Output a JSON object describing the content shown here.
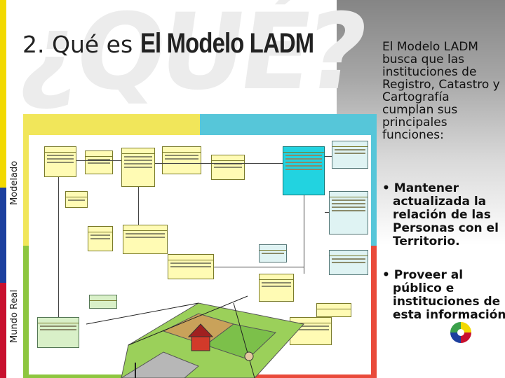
{
  "slide": {
    "watermark": "¿QUÉ?",
    "title_prefix": "2. Qué es ",
    "title_bold": "El Modelo LADM",
    "side_label_top": "Modelado",
    "side_label_bottom": "Mundo Real",
    "intro": "El Modelo LADM busca que las instituciones de Registro, Catastro y Cartografía cumplan sus principales funciones:",
    "bullets": [
      "• Mantener actualizada la relación de las Personas con el Territorio.",
      "• Proveer al público e instituciones de esta información."
    ]
  },
  "colors": {
    "flag_yellow": "#f2d900",
    "flag_blue": "#1c3f9e",
    "flag_red": "#c8102e",
    "quad_yellow": "#f1e65a",
    "quad_cyan": "#56c6d9",
    "quad_green": "#8dc63f",
    "quad_red": "#e94a3a"
  }
}
